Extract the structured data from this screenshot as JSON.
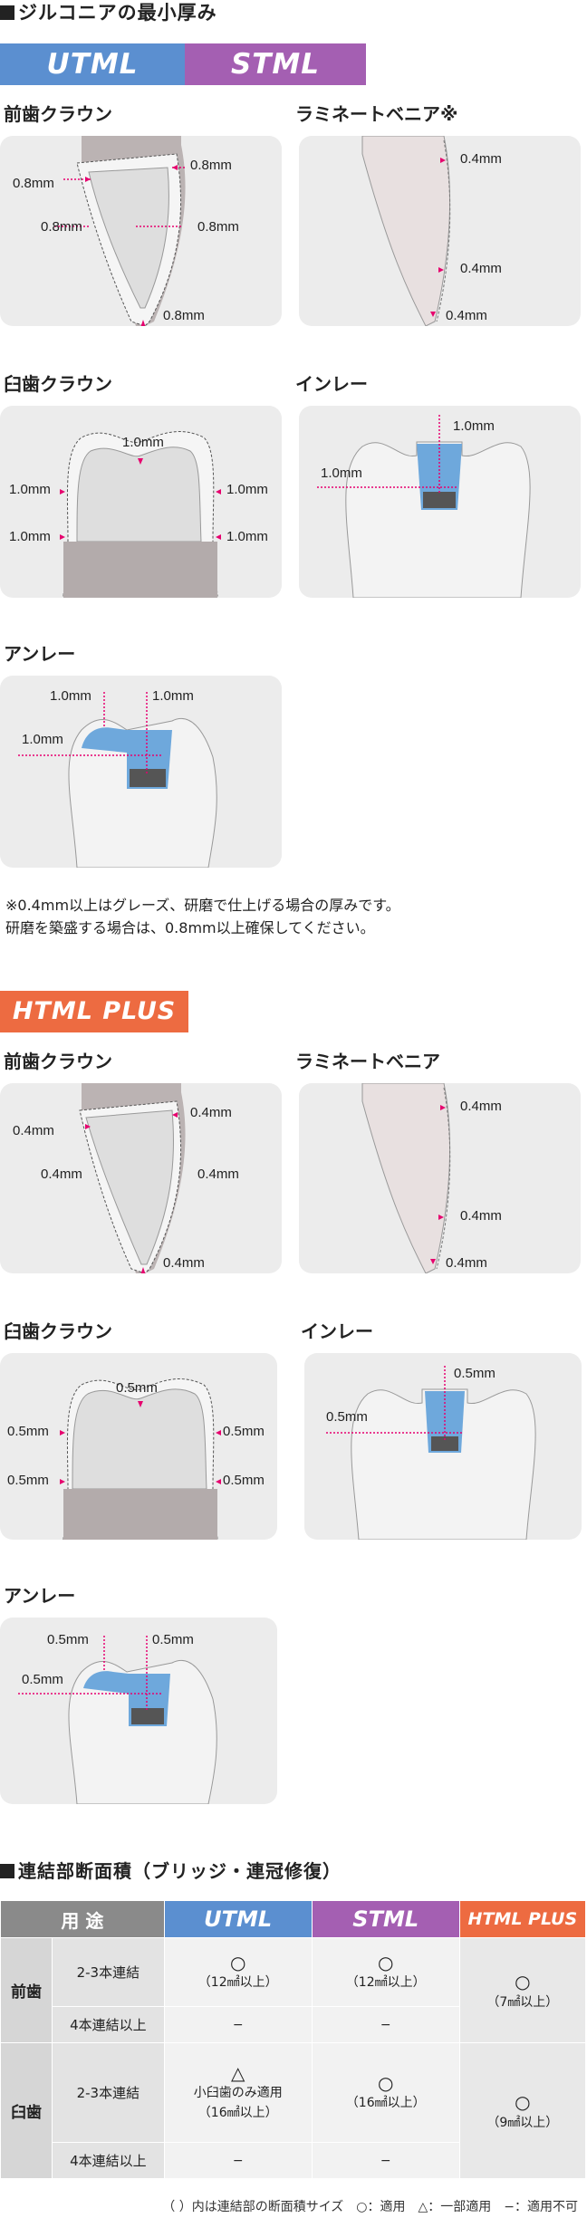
{
  "section1_title": "ジルコニアの最小厚み",
  "badges": {
    "utml": "UTML",
    "stml": "STML",
    "htmlplus": "HTML PLUS"
  },
  "colors": {
    "utml": "#5b8fd0",
    "stml": "#a45fb2",
    "htmlplus": "#ed6b41",
    "arrow": "#e6006e"
  },
  "group1": {
    "anterior_crown": {
      "title": "前歯クラウン",
      "labels": [
        "0.8mm",
        "0.8mm",
        "0.8mm",
        "0.8mm",
        "0.8mm"
      ]
    },
    "laminate_veneer": {
      "title": "ラミネートベニア※",
      "labels": [
        "0.4mm",
        "0.4mm",
        "0.4mm"
      ]
    },
    "molar_crown": {
      "title": "臼歯クラウン",
      "labels": [
        "1.0mm",
        "1.0mm",
        "1.0mm",
        "1.0mm",
        "1.0mm"
      ]
    },
    "inlay": {
      "title": "インレー",
      "labels": [
        "1.0mm",
        "1.0mm"
      ]
    },
    "onlay": {
      "title": "アンレー",
      "labels": [
        "1.0mm",
        "1.0mm",
        "1.0mm"
      ]
    }
  },
  "note_lines": [
    "※0.4mm以上はグレーズ、研磨で仕上げる場合の厚みです。",
    "研磨を築盛する場合は、0.8mm以上確保してください。"
  ],
  "group2": {
    "anterior_crown": {
      "title": "前歯クラウン",
      "labels": [
        "0.4mm",
        "0.4mm",
        "0.4mm",
        "0.4mm",
        "0.4mm"
      ]
    },
    "laminate_veneer": {
      "title": "ラミネートベニア",
      "labels": [
        "0.4mm",
        "0.4mm",
        "0.4mm"
      ]
    },
    "molar_crown": {
      "title": "臼歯クラウン",
      "labels": [
        "0.5mm",
        "0.5mm",
        "0.5mm",
        "0.5mm",
        "0.5mm"
      ]
    },
    "inlay": {
      "title": "インレー",
      "labels": [
        "0.5mm",
        "0.5mm"
      ]
    },
    "onlay": {
      "title": "アンレー",
      "labels": [
        "0.5mm",
        "0.5mm",
        "0.5mm"
      ]
    }
  },
  "section2_title": "連結部断面積（ブリッジ・連冠修復）",
  "table": {
    "headers": [
      "用 途",
      "UTML",
      "STML",
      "HTML PLUS"
    ],
    "groups": [
      "前歯",
      "臼歯"
    ],
    "rows": [
      {
        "label": "2-3本連結",
        "utml": [
          "○",
          "（12㎟以上）"
        ],
        "stml": [
          "○",
          "（12㎟以上）"
        ]
      },
      {
        "label": "4本連結以上",
        "utml": [
          "−"
        ],
        "stml": [
          "−"
        ]
      },
      {
        "label": "2-3本連結",
        "utml": [
          "△",
          "小臼歯のみ適用",
          "（16㎟以上）"
        ],
        "stml": [
          "○",
          "（16㎟以上）"
        ]
      },
      {
        "label": "4本連結以上",
        "utml": [
          "−"
        ],
        "stml": [
          "−"
        ]
      }
    ],
    "htmlplus": [
      [
        "○",
        "（7㎟以上）"
      ],
      [
        "○",
        "（9㎟以上）"
      ]
    ]
  },
  "legend": "（ ）内は連結部の断面積サイズ　○：適用　△：一部適用　−：適用不可"
}
